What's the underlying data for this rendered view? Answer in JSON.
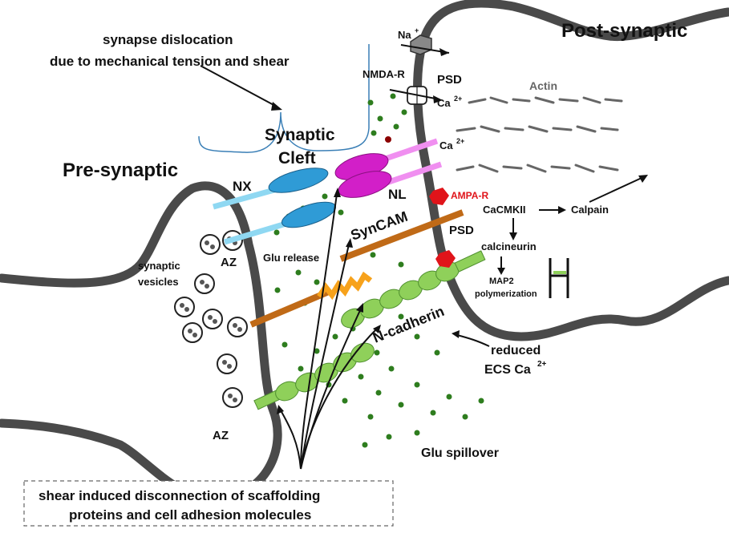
{
  "labels": {
    "post_synaptic": "Post-synaptic",
    "pre_synaptic": "Pre-synaptic",
    "synaptic_cleft_line1": "Synaptic",
    "synaptic_cleft_line2": "Cleft",
    "dislocation_line1": "synapse dislocation",
    "dislocation_line2": "due to mechanical tension and shear",
    "na": "Na",
    "na_sup": "+",
    "nmda": "NMDA-R",
    "psd_top": "PSD",
    "psd_mid": "PSD",
    "ca_1": "Ca",
    "ca_2": "Ca",
    "ca_sup": "2+",
    "actin": "Actin",
    "nx": "NX",
    "nl": "NL",
    "ampa": "AMPA-R",
    "syncam": "SynCAM",
    "cacmkii": "CaCMKII",
    "calpain": "Calpain",
    "calcineurin": "calcineurin",
    "map2_line1": "MAP2",
    "map2_line2": "polymerization",
    "az_top": "AZ",
    "az_bottom": "AZ",
    "vesicles_line1": "synaptic",
    "vesicles_line2": "vesicles",
    "glu_release": "Glu release",
    "ncadherin": "N-cadherin",
    "reduced_line1": "reduced",
    "reduced_line2": "ECS Ca",
    "reduced_sup": "2+",
    "glu_spillover": "Glu spillover",
    "shear_line1": "shear induced disconnection of scaffolding",
    "shear_line2": "proteins and cell adhesion molecules"
  },
  "colors": {
    "membrane": "#4a4a4a",
    "nx_protein": "#2f9bd6",
    "nx_stalk": "#8fd8f2",
    "nl_protein": "#d21fc8",
    "nl_stalk": "#f08ff0",
    "syncam": "#c06a17",
    "syncam_zigzag": "#f7a21b",
    "ncadherin": "#8fd05a",
    "ampa": "#e0141a",
    "glutamate_dot": "#2e7d1e",
    "ampa_label": "#e0141a",
    "actin_label": "#666666"
  }
}
